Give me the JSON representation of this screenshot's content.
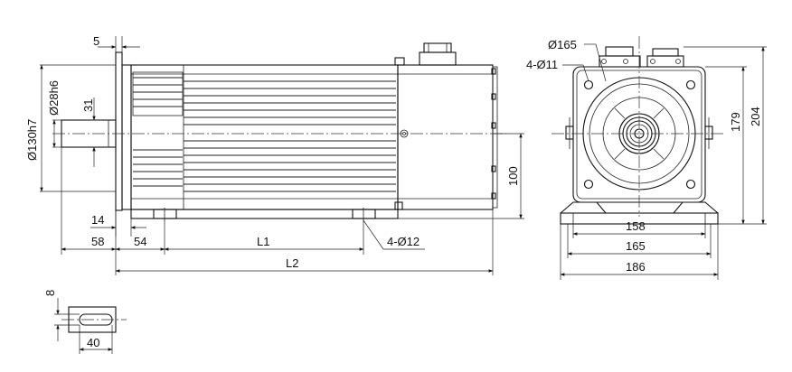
{
  "side_view": {
    "dims": {
      "flange_thickness": "5",
      "flange_dia": "Ø130h7",
      "shaft_dia": "Ø28h6",
      "key_height": "31",
      "pilot": "14",
      "shaft_length": "58",
      "flange_to_mount": "54",
      "l1": "L1",
      "l2": "L2",
      "mount_holes": "4-Ø12",
      "center_height": "100"
    }
  },
  "front_view": {
    "dims": {
      "pcd": "Ø165",
      "flange_holes": "4-Ø11",
      "overall_height": "204",
      "frame_height": "179",
      "foot_spacing": "158",
      "frame_width": "165",
      "base_width": "186"
    }
  },
  "key_detail": {
    "dims": {
      "key_width": "8",
      "key_length": "40"
    }
  }
}
